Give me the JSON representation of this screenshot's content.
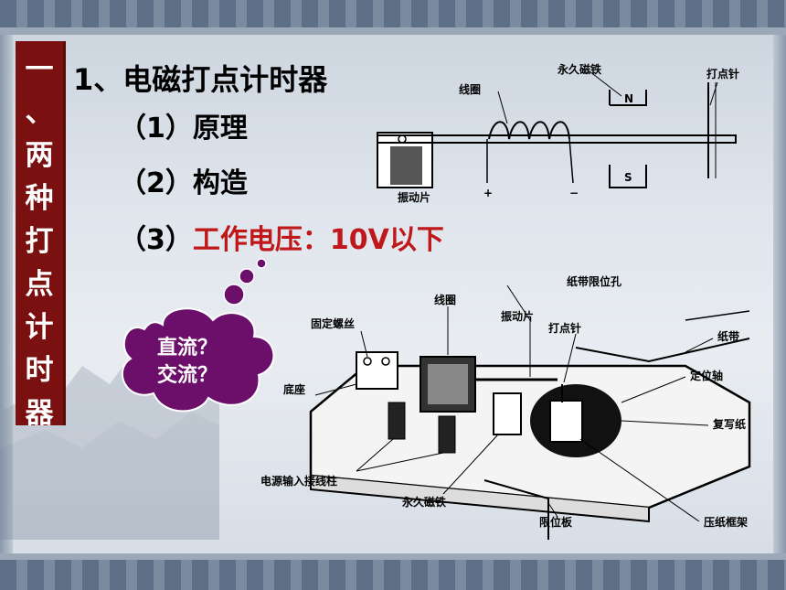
{
  "side_title": [
    "一",
    "、",
    "两",
    "种",
    "打",
    "点",
    "计",
    "时",
    "器"
  ],
  "heading": "1、电磁打点计时器",
  "items": {
    "principle": "（1）原理",
    "structure": "（2）构造",
    "voltage_prefix": "（3）",
    "voltage_value": "工作电压：10V以下"
  },
  "bubble": {
    "line1": "直流？",
    "line2": "交流？",
    "color": "#6b0f6b"
  },
  "diagram1_labels": {
    "permanent_magnet": "永久磁铁",
    "coil": "线圈",
    "stylus": "打点针",
    "vibrating_reed": "振动片",
    "north": "N",
    "south": "S",
    "plus": "+",
    "minus": "−"
  },
  "diagram2_labels": {
    "tape_limit_hole": "纸带限位孔",
    "coil": "线圈",
    "fixing_screw": "固定螺丝",
    "vibrating_reed": "振动片",
    "stylus": "打点针",
    "paper_tape": "纸带",
    "positioning_shaft": "定位轴",
    "base": "底座",
    "carbon_paper": "复写纸",
    "power_terminals": "电源输入接线柱",
    "permanent_magnet": "永久磁铁",
    "limit_plate": "限位板",
    "paper_press_frame": "压纸框架"
  },
  "accent_color": "#c0181a",
  "side_bar_color": "#7a1010"
}
